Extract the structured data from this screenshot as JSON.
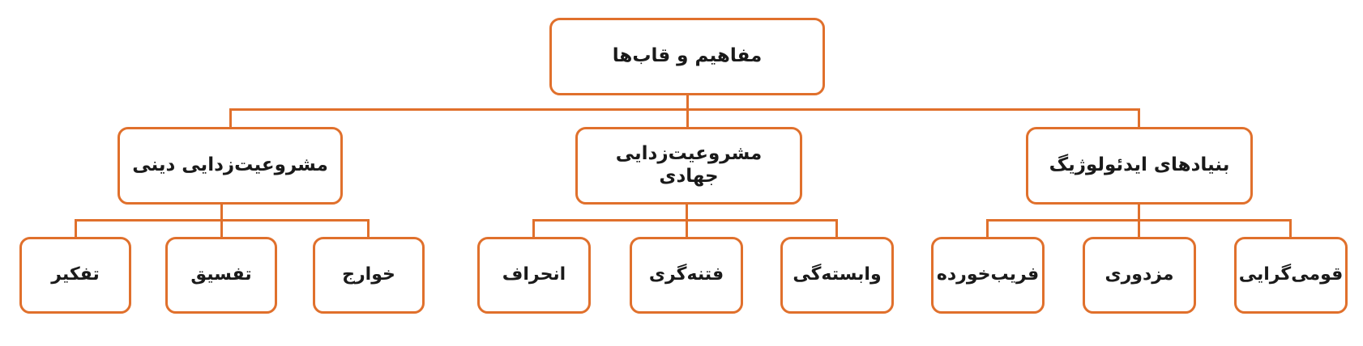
{
  "colors": {
    "accent": "#E0702C",
    "text": "#1A1A1A",
    "background": "#FFFFFF"
  },
  "root": {
    "label": "مفاهیم و قاب‌ها"
  },
  "branches": [
    {
      "label": "بنیادهای ایدئولوژیگ",
      "children": [
        "قومی‌گرایی",
        "مزدوری",
        "فریب‌خورده"
      ]
    },
    {
      "label": "مشروعیت‌زدایی جهادی",
      "children": [
        "وابسته‌گی",
        "فتنه‌گری",
        "انحراف"
      ]
    },
    {
      "label": "مشروعیت‌زدایی دینی",
      "children": [
        "خوارج",
        "تفسیق",
        "تفکیر"
      ]
    }
  ]
}
